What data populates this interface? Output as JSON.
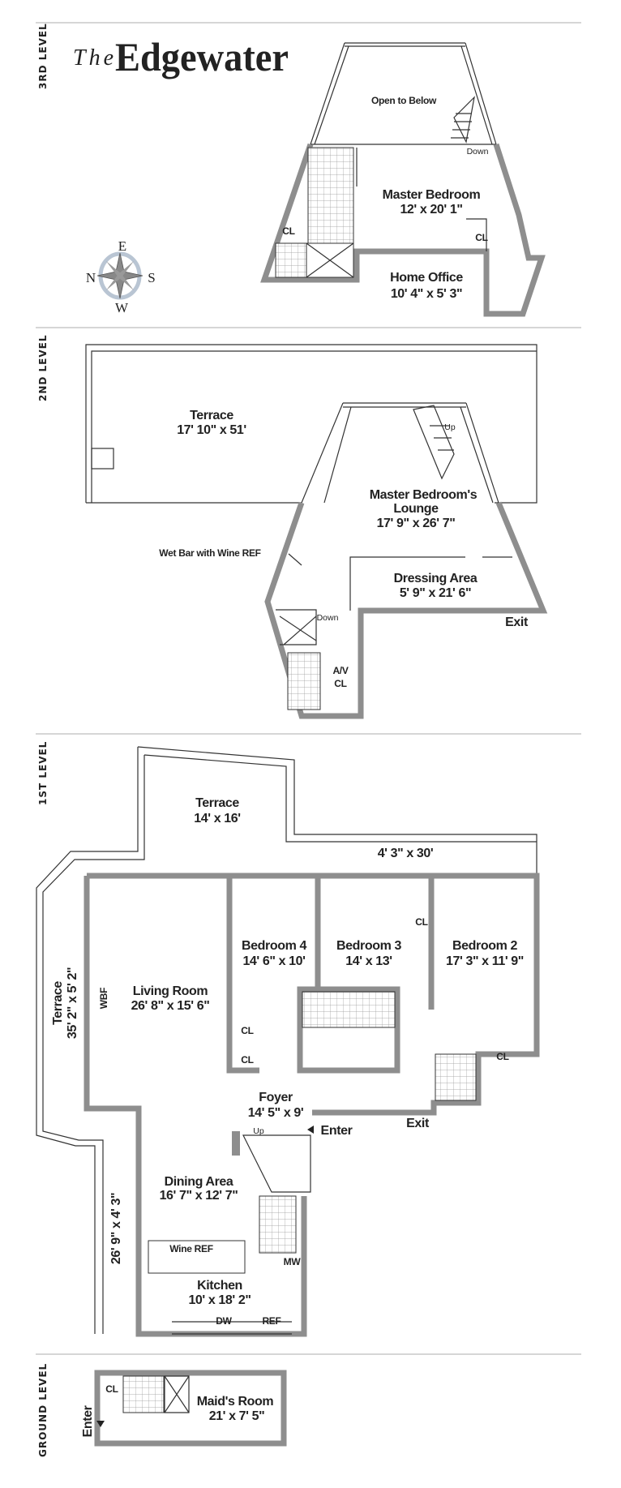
{
  "brand": {
    "prefix": "The",
    "name": "Edgewater"
  },
  "compass": {
    "east": "E",
    "north": "N",
    "south": "S",
    "west": "W"
  },
  "third_level": {
    "label": "3RD LEVEL",
    "open_to_below": "Open to Below",
    "down": "Down",
    "master_bedroom": {
      "name": "Master Bedroom",
      "size": "12' x 20' 1\""
    },
    "closet_left": "CL",
    "closet_right": "CL",
    "home_office": {
      "name": "Home Office",
      "size": "10' 4\" x 5' 3\""
    }
  },
  "second_level": {
    "label": "2ND LEVEL",
    "terrace": {
      "name": "Terrace",
      "size": "17' 10\" x 51'"
    },
    "up": "Up",
    "lounge": {
      "name_line1": "Master Bedroom's",
      "name_line2": "Lounge",
      "size": "17' 9\" x 26' 7\""
    },
    "wet_bar": "Wet Bar with Wine REF",
    "dressing_area": {
      "name": "Dressing Area",
      "size": "5' 9\" x 21' 6\""
    },
    "exit": "Exit",
    "down": "Down",
    "av_closet": {
      "line1": "A/V",
      "line2": "CL"
    }
  },
  "first_level": {
    "label": "1ST LEVEL",
    "terrace_top": {
      "name": "Terrace",
      "size": "14' x 16'"
    },
    "terrace_strip": "4' 3\" x 30'",
    "terrace_side": {
      "name": "Terrace",
      "size": "35' 2\" x 5' 2\""
    },
    "terrace_dining": "26' 9\" x 4' 3\"",
    "wbf": "WBF",
    "living_room": {
      "name": "Living Room",
      "size": "26' 8\" x 15' 6\""
    },
    "bedroom4": {
      "name": "Bedroom 4",
      "size": "14' 6\" x 10'"
    },
    "bedroom3": {
      "name": "Bedroom 3",
      "size": "14' x 13'"
    },
    "bedroom2": {
      "name": "Bedroom 2",
      "size": "17' 3\" x 11' 9\""
    },
    "closets": [
      "CL",
      "CL",
      "CL",
      "CL"
    ],
    "foyer": {
      "name": "Foyer",
      "size": "14' 5\" x 9'"
    },
    "up": "Up",
    "enter": "Enter",
    "exit": "Exit",
    "dining_area": {
      "name": "Dining Area",
      "size": "16' 7\" x 12' 7\""
    },
    "wine_ref": "Wine REF",
    "mw": "MW",
    "kitchen": {
      "name": "Kitchen",
      "size": "10' x 18' 2\""
    },
    "dw": "DW",
    "ref": "REF"
  },
  "ground_level": {
    "label": "GROUND LEVEL",
    "closet": "CL",
    "maids_room": {
      "name": "Maid's Room",
      "size": "21' x 7' 5\""
    },
    "enter": "Enter"
  }
}
